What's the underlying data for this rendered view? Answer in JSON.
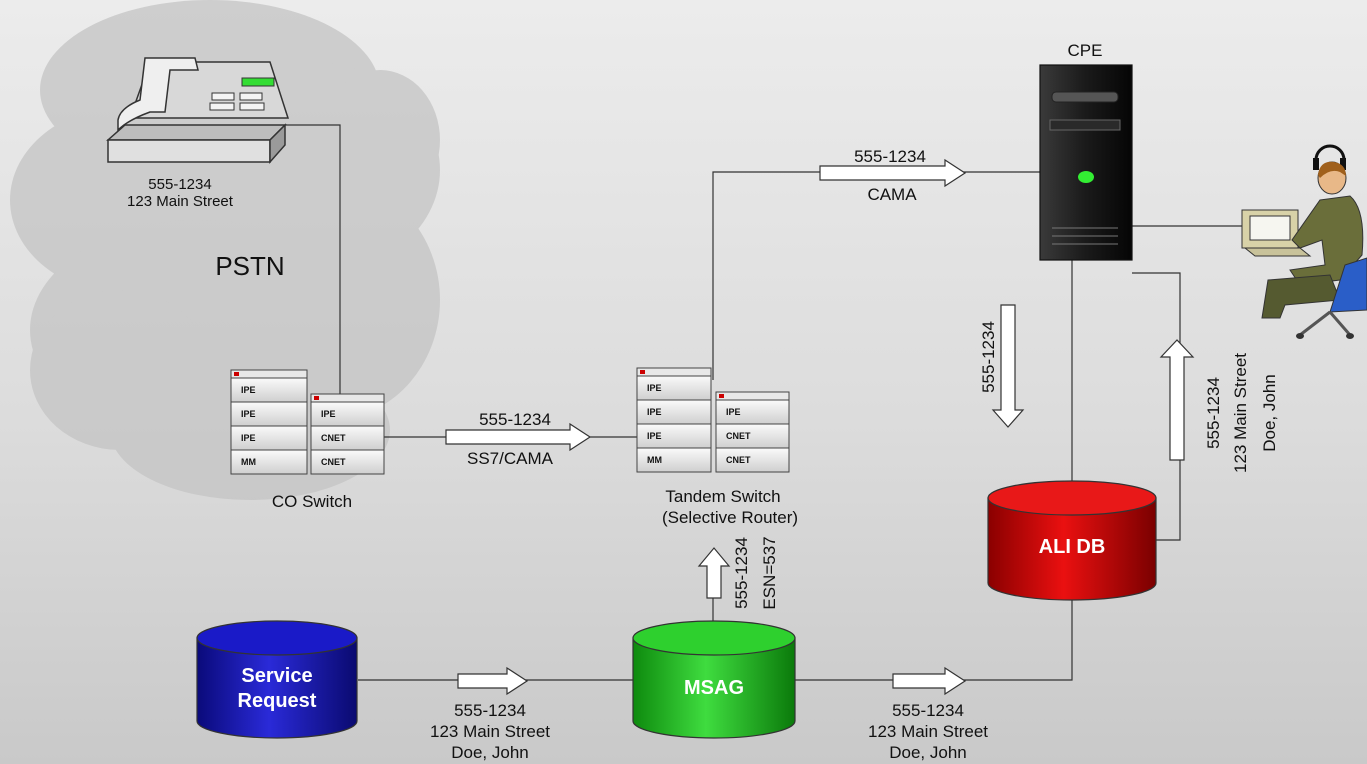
{
  "phone": {
    "number": "555-1234",
    "address": "123 Main Street"
  },
  "cloud_label": "PSTN",
  "co_switch": {
    "label": "CO Switch",
    "left_modules": [
      "IPE",
      "IPE",
      "IPE",
      "MM"
    ],
    "right_modules": [
      "IPE",
      "CNET",
      "CNET"
    ]
  },
  "co_to_tandem": {
    "top": "555-1234",
    "bottom": "SS7/CAMA"
  },
  "tandem_switch": {
    "label_line1": "Tandem Switch",
    "label_line2": "(Selective Router)",
    "left_modules": [
      "IPE",
      "IPE",
      "IPE",
      "MM"
    ],
    "right_modules": [
      "IPE",
      "CNET",
      "CNET"
    ]
  },
  "tandem_to_cpe": {
    "top": "555-1234",
    "bottom": "CAMA"
  },
  "cpe": {
    "label": "CPE"
  },
  "cpe_to_ali": {
    "text": "555-1234"
  },
  "ali_to_cpe": {
    "line1": "555-1234",
    "line2": "123 Main Street",
    "line3": "Doe, John"
  },
  "ali_db": {
    "label": "ALI DB",
    "color": "#d40000"
  },
  "msag": {
    "label": "MSAG",
    "color": "#22b022"
  },
  "msag_to_tandem": {
    "line1": "555-1234",
    "line2": "ESN=537"
  },
  "service_request": {
    "line1": "Service",
    "line2": "Request",
    "color": "#1010b0"
  },
  "sr_to_msag": {
    "line1": "555-1234",
    "line2": "123 Main Street",
    "line3": "Doe, John"
  },
  "msag_to_ali": {
    "line1": "555-1234",
    "line2": "123 Main Street",
    "line3": "Doe, John"
  }
}
